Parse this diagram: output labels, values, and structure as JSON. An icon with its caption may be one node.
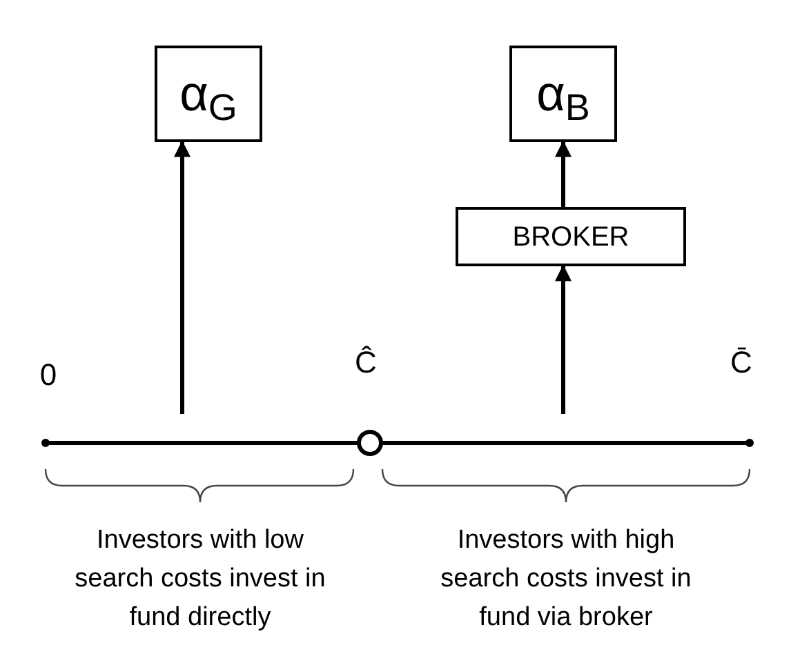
{
  "diagram": {
    "nodes": [
      {
        "text": [
          "α$_{G}$"
        ]
      },
      {
        "text": [
          "α$_{B}$"
        ]
      },
      {
        "text": [
          "BROKER"
        ]
      }
    ],
    "edges": [
      {
        "from": null,
        "to": 0,
        "arrow": "to"
      },
      {
        "from": 2,
        "to": 1,
        "arrow": "to"
      },
      {
        "from": null,
        "to": 2,
        "arrow": "to"
      }
    ],
    "labels": [
      "0",
      "Ĉ",
      "C̄",
      "Investors with low search costs invest in fund directly",
      "Investors with high search costs invest in fund via broker"
    ]
  }
}
